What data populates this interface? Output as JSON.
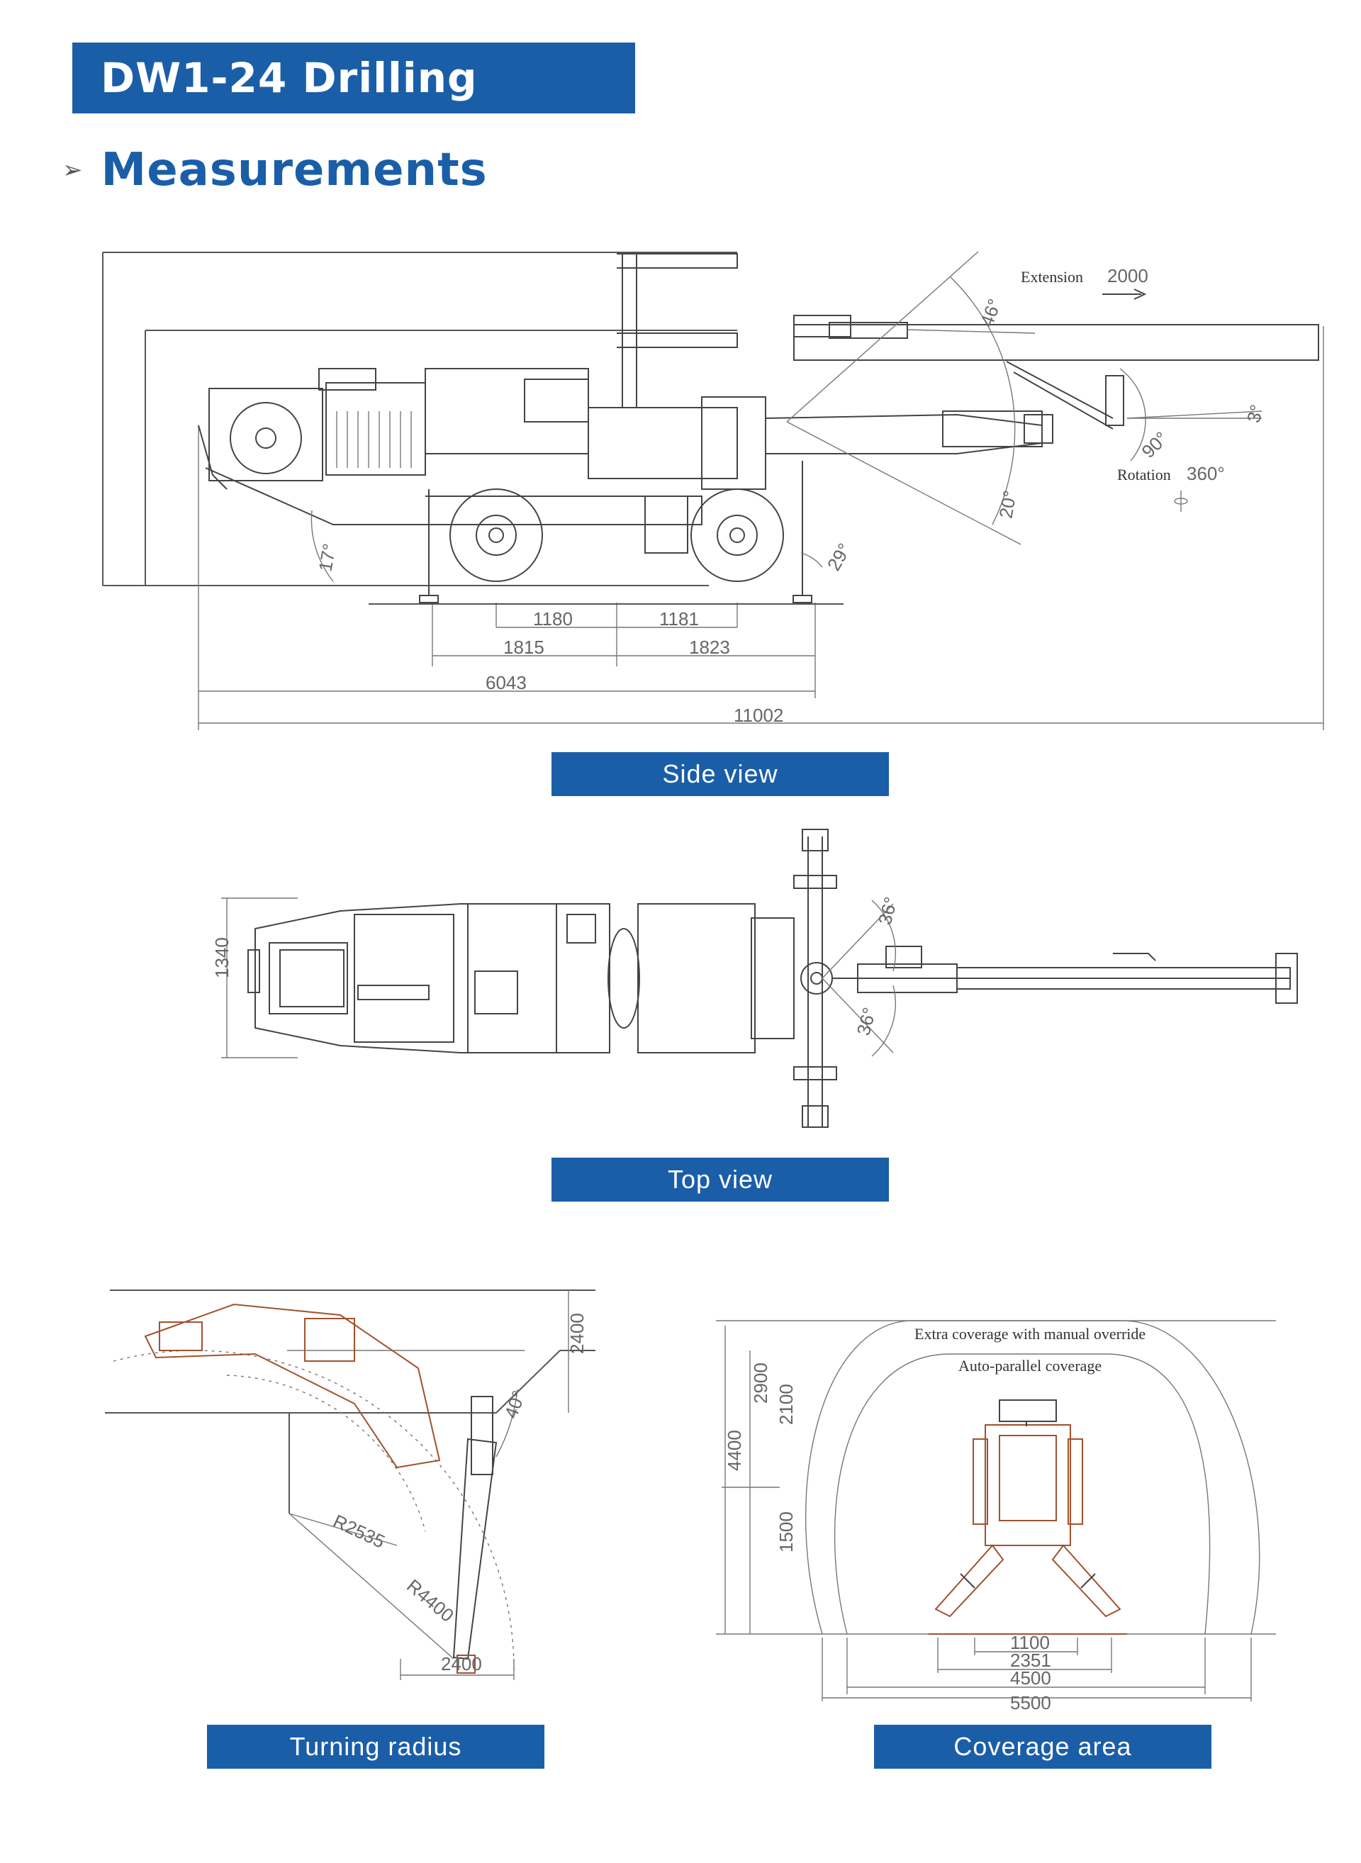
{
  "header": {
    "title": "DW1-24 Drilling Jumbo"
  },
  "section": {
    "arrow": "➢",
    "title": "Measurements"
  },
  "captions": {
    "side": "Side view",
    "top": "Top view",
    "turning": "Turning radius",
    "coverage": "Coverage area"
  },
  "side_view": {
    "extension_label": "Extension",
    "extension_value": "2000",
    "rotation_label": "Rotation",
    "rotation_value": "360°",
    "angles": {
      "a46": "46°",
      "a3": "3°",
      "a90": "90°",
      "a20": "20°",
      "a17": "17°",
      "a29": "29°"
    },
    "dims": {
      "d1180": "1180",
      "d1181": "1181",
      "d1815": "1815",
      "d1823": "1823",
      "d6043": "6043",
      "d11002": "11002"
    }
  },
  "top_view": {
    "width": "1340",
    "angle_top": "36°",
    "angle_bottom": "36°"
  },
  "turning_radius": {
    "height": "2400",
    "inner": "R2535",
    "outer": "R4400",
    "width": "2400",
    "angle": "40°"
  },
  "coverage": {
    "extra_label": "Extra coverage with manual override",
    "auto_label": "Auto-parallel coverage",
    "heights": {
      "h4400": "4400",
      "h2900": "2900",
      "h2100": "2100",
      "h1500": "1500"
    },
    "widths": {
      "w1100": "1100",
      "w2351": "2351",
      "w4500": "4500",
      "w5500": "5500"
    }
  }
}
